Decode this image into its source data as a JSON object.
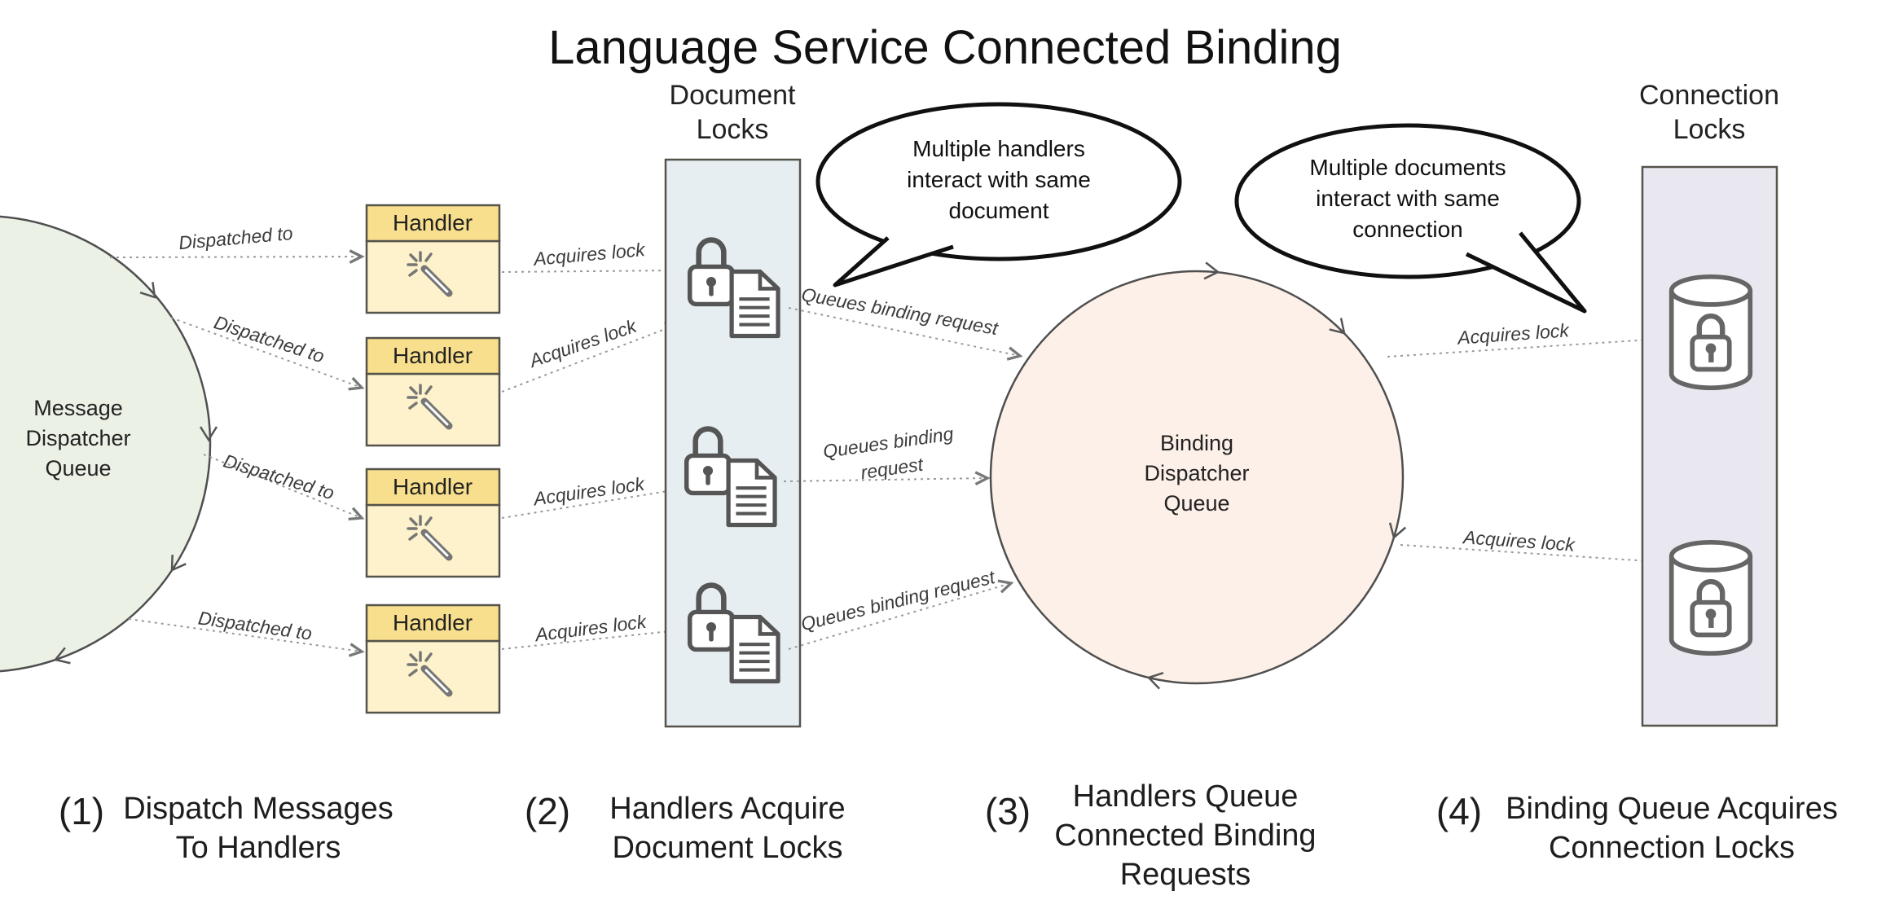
{
  "title": "Language Service Connected Binding",
  "columns": {
    "document_locks": {
      "line1": "Document",
      "line2": "Locks"
    },
    "connection_locks": {
      "line1": "Connection",
      "line2": "Locks"
    }
  },
  "message_queue": {
    "lines": [
      "Message",
      "Dispatcher",
      "Queue"
    ]
  },
  "binding_queue": {
    "lines": [
      "Binding",
      "Dispatcher",
      "Queue"
    ]
  },
  "handlers": {
    "label": "Handler"
  },
  "bubbles": {
    "handlers_bubble": {
      "lines": [
        "Multiple handlers",
        "interact with same",
        "document"
      ]
    },
    "documents_bubble": {
      "lines": [
        "Multiple documents",
        "interact with same",
        "connection"
      ]
    }
  },
  "edges": {
    "dispatched_to": "Dispatched to",
    "acquires_lock": "Acquires lock",
    "queues_binding_request": "Queues binding request",
    "queues_binding_request_line1": "Queues binding",
    "queues_binding_request_line2": "request"
  },
  "steps": [
    {
      "num": "(1)",
      "lines": [
        "Dispatch Messages",
        "To Handlers"
      ]
    },
    {
      "num": "(2)",
      "lines": [
        "Handlers Acquire",
        "Document Locks"
      ]
    },
    {
      "num": "(3)",
      "lines": [
        "Handlers Queue",
        "Connected Binding",
        "Requests"
      ]
    },
    {
      "num": "(4)",
      "lines": [
        "Binding Queue Acquires",
        "Connection Locks"
      ]
    }
  ],
  "colors": {
    "message_queue_fill": "#ecf1e6",
    "handler_header_fill": "#f8df8d",
    "handler_body_fill": "#fdf2cc",
    "document_locks_fill": "#e7eef2",
    "binding_queue_fill": "#fdf0e8",
    "connection_locks_fill": "#e9e8f0"
  }
}
